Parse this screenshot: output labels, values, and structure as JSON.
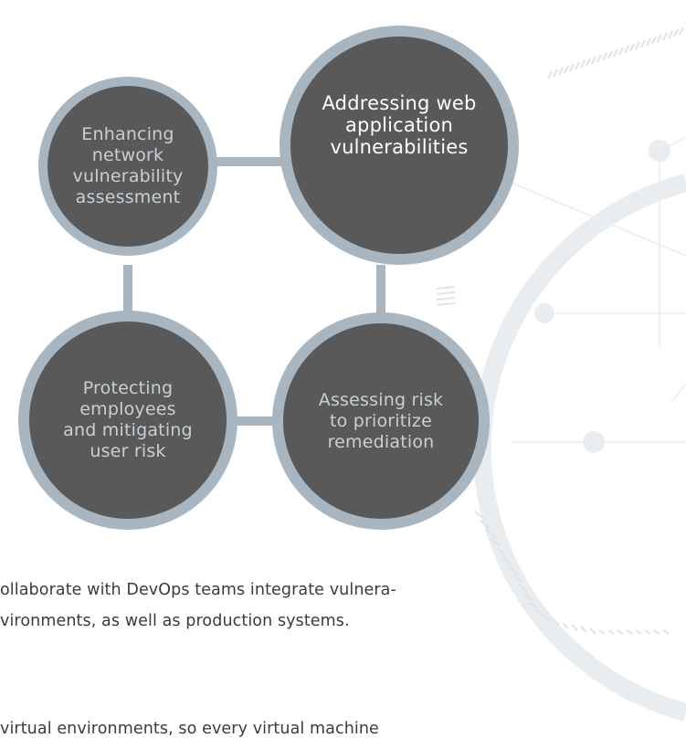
{
  "diagram": {
    "nodes": [
      {
        "id": "network",
        "label": "Enhancing network vulnerability assessment",
        "lines": [
          "Enhancing",
          "network",
          "vulnerability",
          "assessment"
        ],
        "highlighted": false
      },
      {
        "id": "webapp",
        "label": "Addressing web application vulnerabilities",
        "lines": [
          "Addressing web",
          "application",
          "vulnerabilities"
        ],
        "highlighted": true
      },
      {
        "id": "employees",
        "label": "Protecting employees and mitigating user risk",
        "lines": [
          "Protecting",
          "employees",
          "and mitigating",
          "user risk"
        ],
        "highlighted": false
      },
      {
        "id": "risk",
        "label": "Assessing risk to prioritize remediation",
        "lines": [
          "Assessing risk",
          "to prioritize",
          "remediation"
        ],
        "highlighted": false
      }
    ],
    "colors": {
      "node_fill": "#595959",
      "node_ring": "#a7b6c1",
      "node_text": "#c7d0d6",
      "highlight_text": "#ffffff",
      "background_art": "#e9edf0"
    }
  },
  "body_text": {
    "line1": "ollaborate with DevOps teams integrate vulnera-",
    "line2": "vironments, as well as production systems.",
    "line3": "virtual environments, so every virtual machine"
  }
}
